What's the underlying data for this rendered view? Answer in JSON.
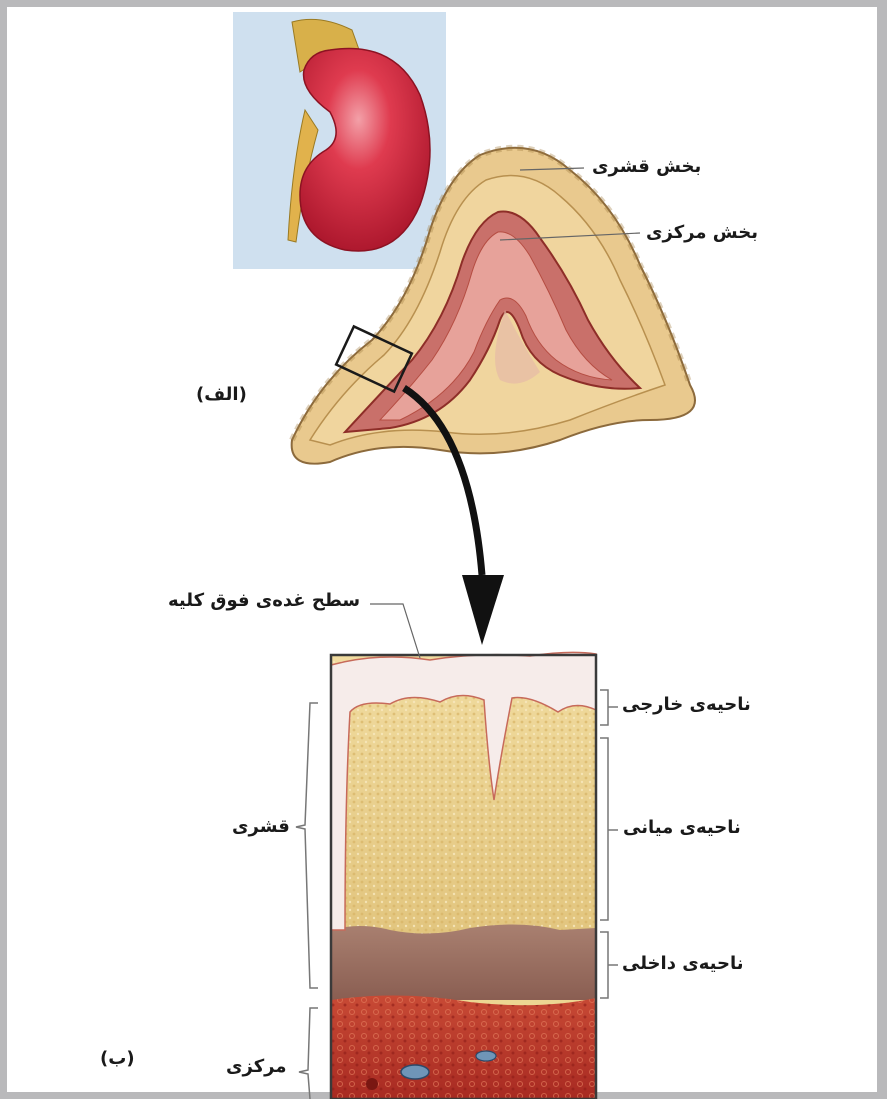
{
  "part_a": {
    "figure_label": "(الف)",
    "cortex_label": "بخش قشری",
    "medulla_label": "بخش مرکزی"
  },
  "part_b": {
    "figure_label": "(ب)",
    "surface_label": "سطح غده‌ی فوق کلیه",
    "outer_zone_label": "ناحیه‌ی خارجی",
    "middle_zone_label": "ناحیه‌ی میانی",
    "inner_zone_label": "ناحیه‌ی داخلی",
    "cortex_label": "قشری",
    "medulla_label": "مرکزی"
  },
  "colors": {
    "frame": "#b9b9bb",
    "inset_bg": "#cfe0ef",
    "kidney": "#d8283f",
    "adrenal_cortex": "#e9c98e",
    "adrenal_medulla": "#c9706a",
    "capsule": "#f6ecea",
    "middle_zone": "#ecd692",
    "inner_zone": "#9d7363",
    "medulla_tissue": "#c23a2c"
  }
}
